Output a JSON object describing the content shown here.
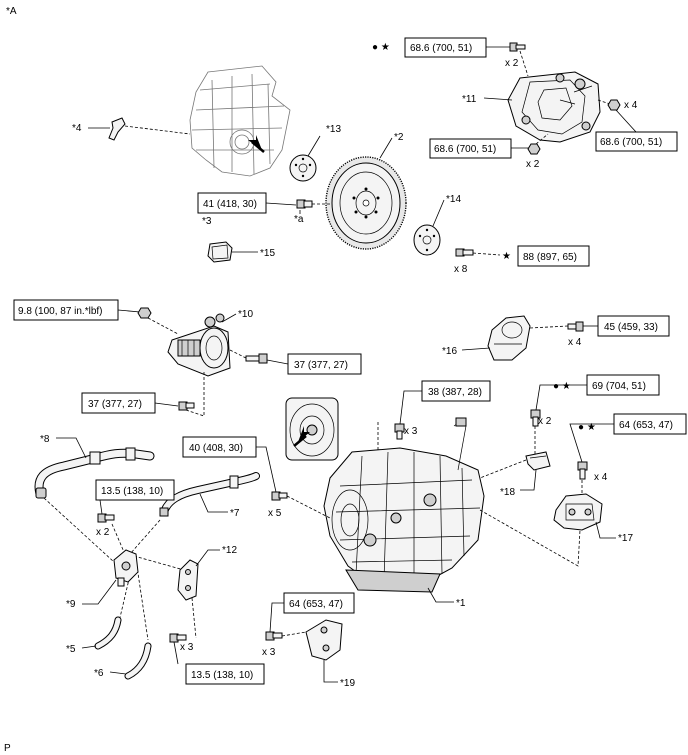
{
  "corner": {
    "top": "*A",
    "bottom": "P"
  },
  "callouts": {
    "c1": "*1",
    "c2": "*2",
    "c3": "*3",
    "c4": "*4",
    "c5": "*5",
    "c6": "*6",
    "c7": "*7",
    "c8": "*8",
    "c9": "*9",
    "c10": "*10",
    "c11": "*11",
    "c12": "*12",
    "c13": "*13",
    "c14": "*14",
    "c15": "*15",
    "c16": "*16",
    "c17": "*17",
    "c18": "*18",
    "c19": "*19",
    "ca": "*a"
  },
  "torques": {
    "t_top_left": "68.6 (700, 51)",
    "t_11_right": "68.6 (700, 51)",
    "t_11_lower": "68.6 (700, 51)",
    "t_3": "41 (418, 30)",
    "t_14": "88 (897, 65)",
    "t_10_small": "9.8 (100, 87 in.*lbf)",
    "t_10_right": "37 (377, 27)",
    "t_10_lower": "37 (377, 27)",
    "t_16": "45 (459, 33)",
    "t_trans_top": "38 (387, 28)",
    "t_18": "69 (704, 51)",
    "t_17": "64 (653, 47)",
    "t_trans_left": "40 (408, 30)",
    "t_8": "13.5 (138, 10)",
    "t_12": "13.5 (138, 10)",
    "t_19": "64 (653, 47)"
  },
  "quantities": {
    "q_top": "x 2",
    "q_11_right": "x 4",
    "q_11_lower": "x 2",
    "q_14": "x 8",
    "q_16": "x 4",
    "q_trans_top": "x 3",
    "q_18": "x 2",
    "q_17": "x 4",
    "q_trans_left": "x 5",
    "q_8": "x 2",
    "q_12": "x 3",
    "q_19": "x 3"
  },
  "symbols": {
    "dot_star": "● ★",
    "star": "★"
  }
}
